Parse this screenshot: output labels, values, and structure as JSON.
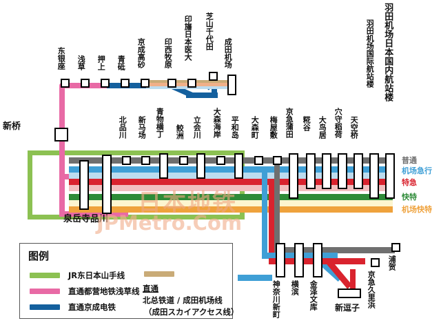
{
  "watermark": {
    "cn": "日本地铁",
    "url": "JPMetro.Com"
  },
  "legend": {
    "title": "图例",
    "items": [
      {
        "label": "JR东日本山手线",
        "color": "#8cc152"
      },
      {
        "label": "直通都营地铁浅草线",
        "color": "#e86aa5"
      },
      {
        "label": "直通京成电铁",
        "color": "#14609e"
      }
    ],
    "right": {
      "color": "#c9ab77",
      "line1": "直通",
      "line2": "北总铁道 / 成田机场线",
      "line3": "（成田スカイアクセス线）"
    }
  },
  "train_types": [
    {
      "label": "普通",
      "color": "#6f6f6f"
    },
    {
      "label": "机场急行",
      "color": "#3f9fd6"
    },
    {
      "label": "特急",
      "color": "#d9232e"
    },
    {
      "label": "快特",
      "color": "#2e8b38"
    },
    {
      "label": "机场快特",
      "color": "#efa23c"
    }
  ],
  "stations": {
    "top_row": [
      "东银座",
      "浅草",
      "押上",
      "青砥",
      "京成高砂",
      "印西牧原",
      "印旛日本医大",
      "芝山千代田",
      "成田机场"
    ],
    "left": [
      "新桥",
      "泉岳寺",
      "品川"
    ],
    "main_row": [
      "北品川",
      "新马场",
      "青物横丁",
      "鲛洲",
      "立会川",
      "大森海岸",
      "平和岛",
      "大森町",
      "梅屋敷",
      "京急蒲田",
      "糀谷",
      "大鸟居",
      "穴守稻荷",
      "天空桥",
      "羽田机场国际航站楼",
      "羽田机场日本国内航站楼"
    ],
    "bottom_row": [
      "神奈川新町",
      "横滨",
      "金泽文库",
      "新逗子",
      "京急久里浜",
      "浦贺"
    ]
  },
  "colors": {
    "yamanote_green": "#8cc152",
    "asakusa_pink": "#e86aa5",
    "keisei_blue": "#14609e",
    "skyaccess_tan": "#c9ab77",
    "skyaccess_peach": "#f0b089",
    "local_gray": "#6f6f6f",
    "airport_express_blue": "#3f9fd6",
    "limited_express_red": "#d9232e",
    "rapid_green": "#2e8b38",
    "airport_rapid_orange": "#efa23c",
    "pale_blue": "#bcdcef",
    "pale_pink": "#f2bfbf",
    "pale_yellow": "#fdf5cf"
  }
}
